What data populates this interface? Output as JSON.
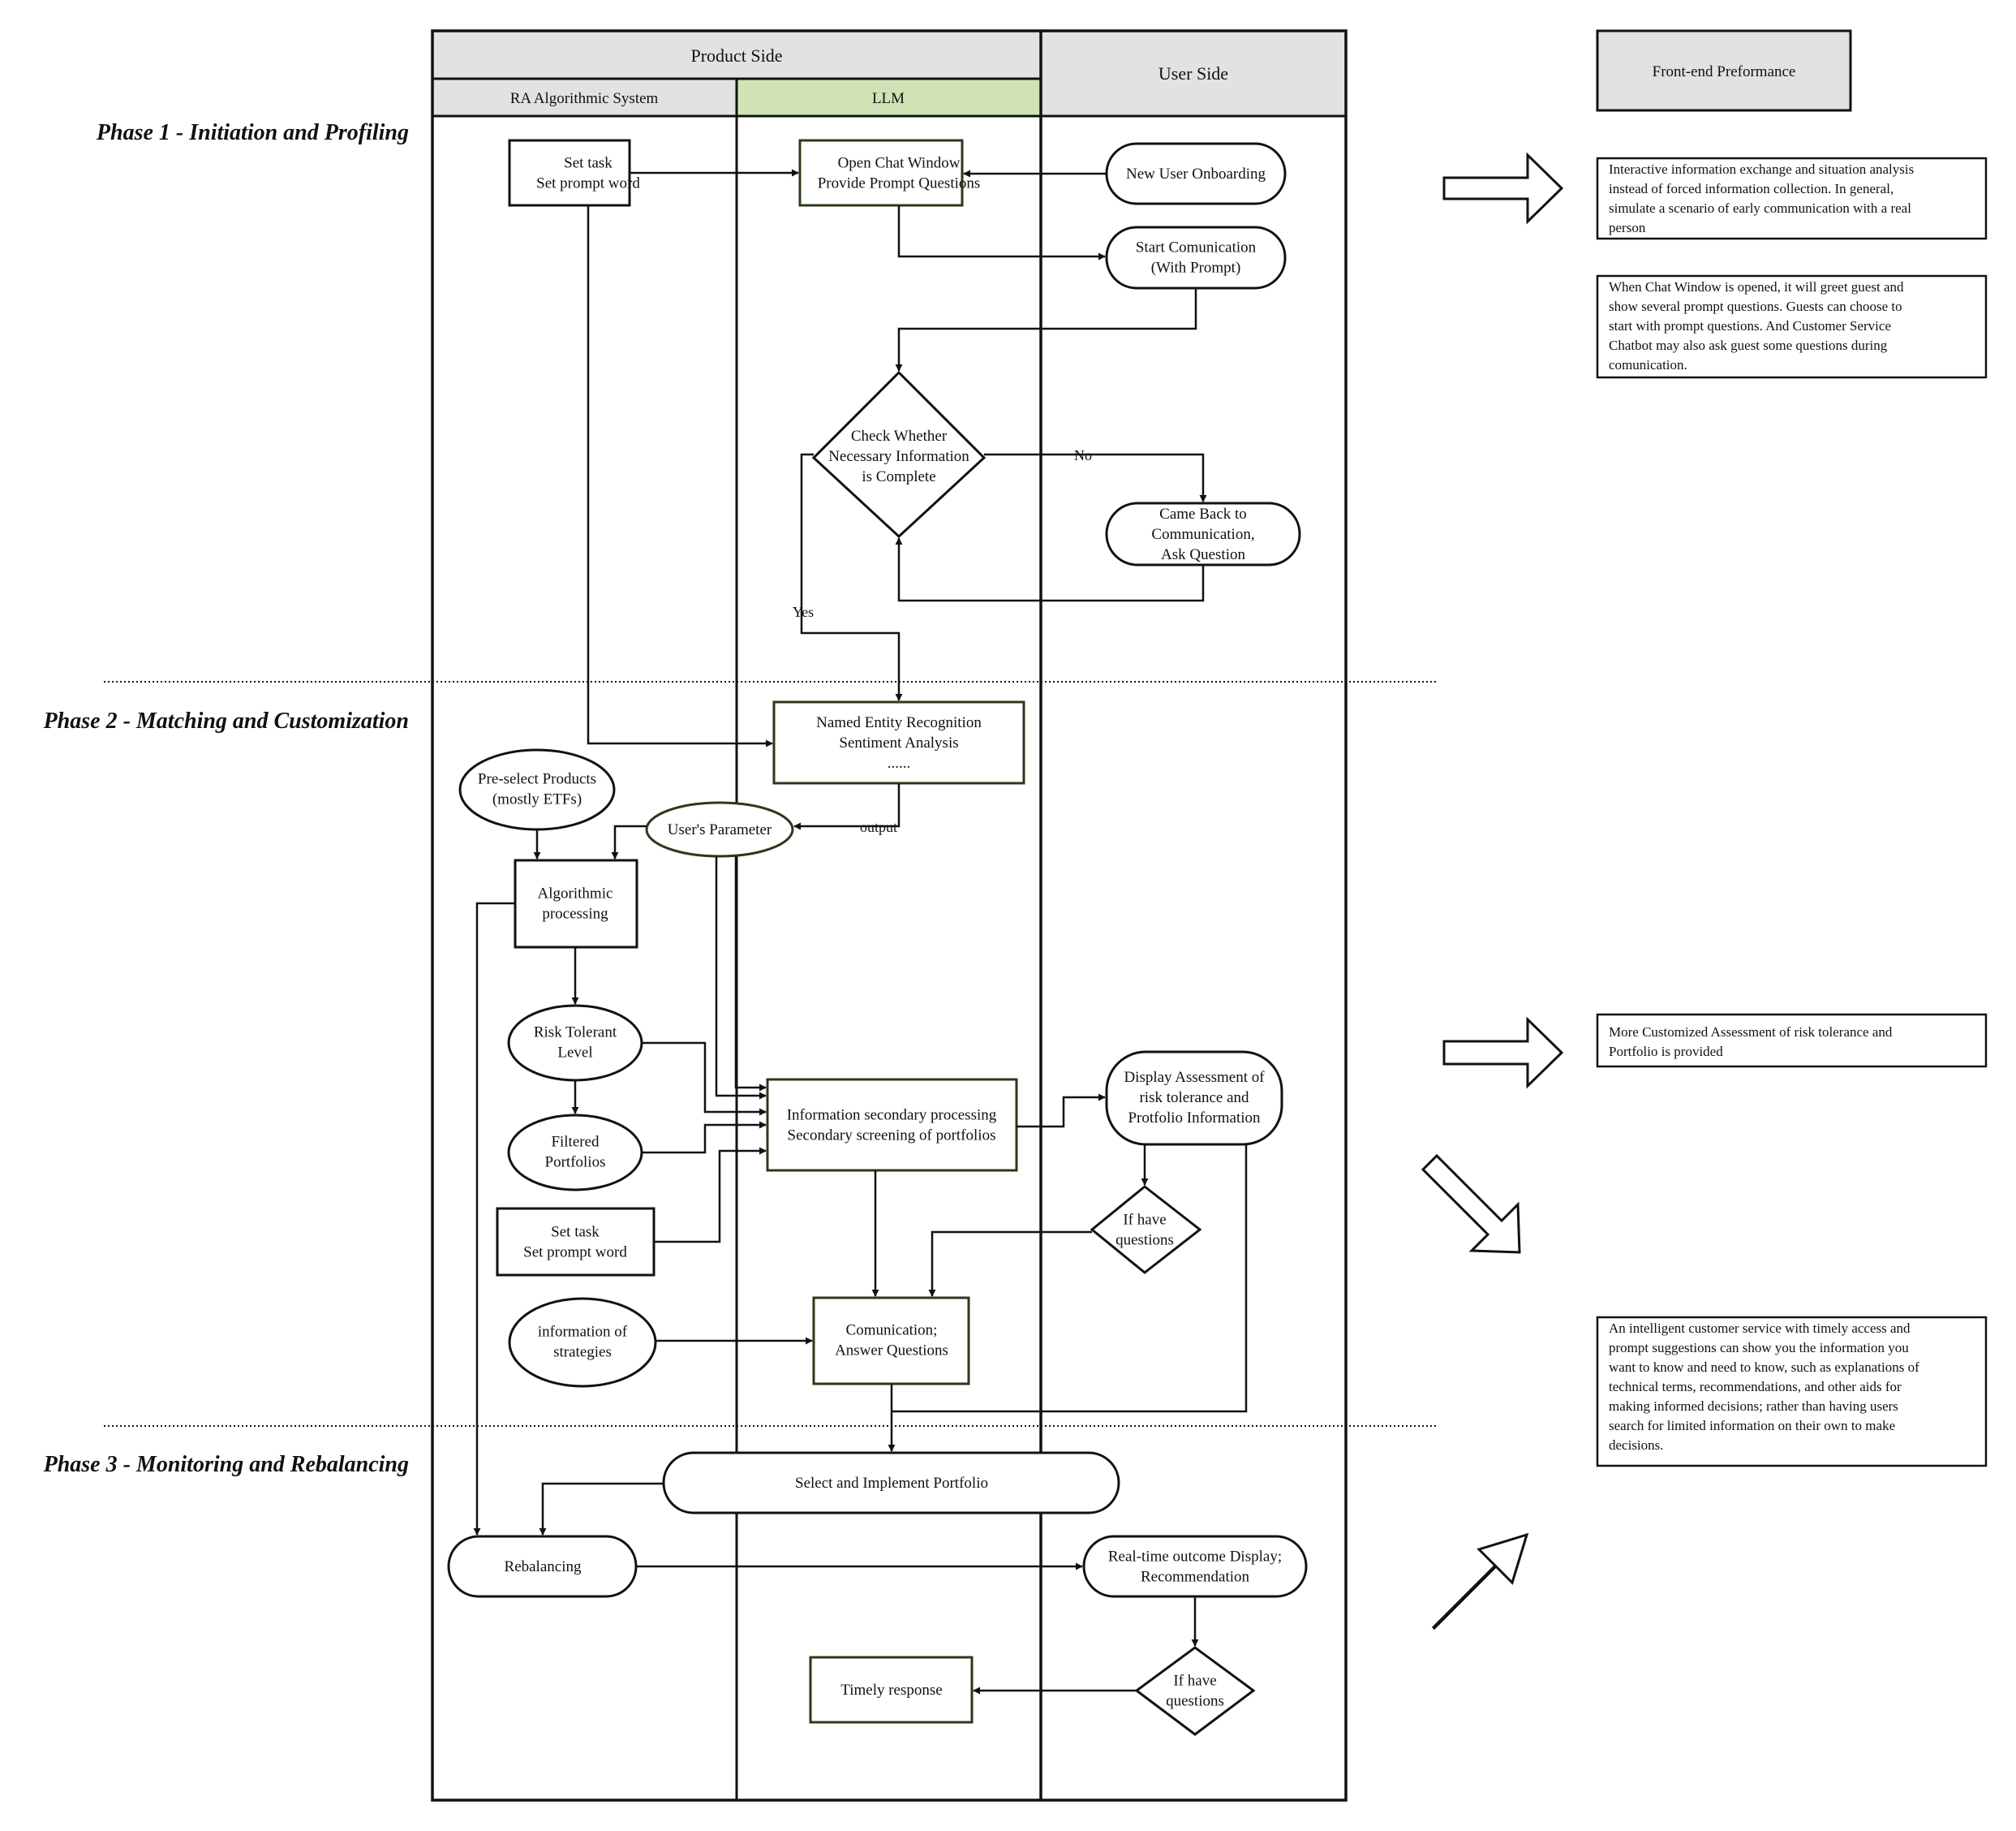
{
  "lanes": {
    "product_side": "Product Side",
    "user_side": "User Side",
    "ra_system": "RA Algorithmic System",
    "llm": "LLM"
  },
  "front_end": {
    "header": "Front-end Preformance",
    "notes": [
      [
        "Interactive information exchange and situation analysis",
        "instead of  forced information collection. In general,",
        "simulate a scenario of early communication with a real",
        "person"
      ],
      [
        "When Chat Window is opened, it will greet guest and",
        "show several prompt questions. Guests can choose to",
        "start with prompt questions. And Customer Service",
        "Chatbot may also ask guest some questions during",
        "comunication."
      ],
      [
        "More Customized Assessment of risk tolerance and",
        "Portfolio is provided"
      ],
      [
        "An intelligent customer service with timely access and",
        "prompt suggestions can show you the information you",
        "want to know and need to know, such as explanations of",
        "technical terms, recommendations, and other aids for",
        "making informed decisions; rather than having users",
        "search for limited information on their own to make",
        "decisions."
      ]
    ]
  },
  "phases": [
    "Phase 1 - Initiation and Profiling",
    "Phase 2 - Matching and Customization",
    "Phase 3 - Monitoring and Rebalancing"
  ],
  "nodes": {
    "set_task_1": [
      "Set task",
      "Set prompt word"
    ],
    "open_chat": [
      "Open Chat Window",
      "Provide Prompt Questions"
    ],
    "new_user": [
      "New User Onboarding"
    ],
    "start_comm": [
      "Start Comunication",
      "(With Prompt)"
    ],
    "check_info": [
      "Check Whether",
      "Necessary Information",
      "is Complete"
    ],
    "came_back": [
      "Came Back to",
      "Communication,",
      "Ask Question"
    ],
    "ner": [
      "Named Entity Recognition",
      "Sentiment Analysis",
      "......"
    ],
    "preselect": [
      "Pre-select Products",
      "(mostly ETFs)"
    ],
    "user_param": [
      "User's Parameter"
    ],
    "algo": [
      "Algorithmic",
      "processing"
    ],
    "risk_level": [
      "Risk Tolerant",
      "Level"
    ],
    "filtered": [
      "Filtered",
      "Portfolios"
    ],
    "set_task_2": [
      "Set task",
      "Set prompt word"
    ],
    "info_secondary": [
      "Information secondary processing",
      "Secondary screening of portfolios"
    ],
    "display_assess": [
      "Display Assessment of",
      "risk tolerance and",
      "Protfolio Information"
    ],
    "if_have_1": [
      "If have",
      "questions"
    ],
    "info_strategies": [
      "information of",
      "strategies"
    ],
    "comm_answer": [
      "Comunication;",
      "Answer Questions"
    ],
    "select_impl": [
      "Select and Implement Portfolio"
    ],
    "rebalancing": [
      "Rebalancing"
    ],
    "realtime": [
      "Real-time outcome Display;",
      "Recommendation"
    ],
    "timely": [
      "Timely response"
    ],
    "if_have_2": [
      "If have",
      "questions"
    ]
  },
  "edge_labels": {
    "no": "No",
    "yes": "Yes",
    "output": "output"
  },
  "colors": {
    "llm_header": "#cfe3b4",
    "header_gray": "#e2e2e2",
    "line": "#111111"
  }
}
